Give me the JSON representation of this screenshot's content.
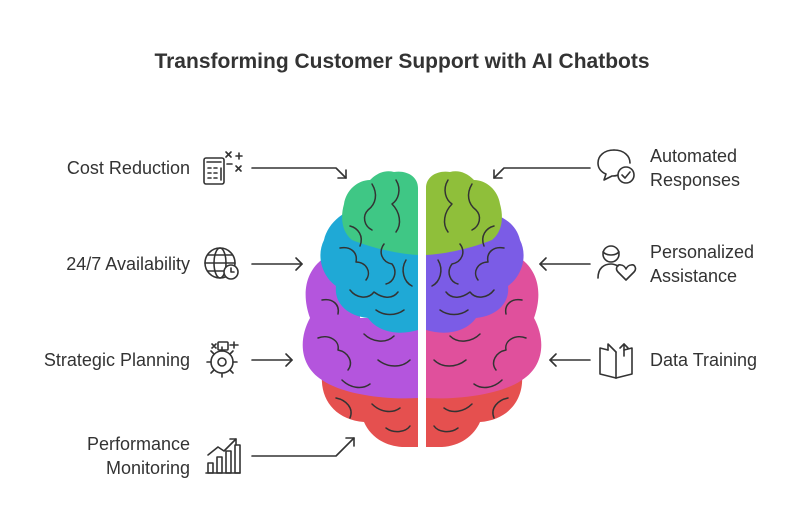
{
  "title": "Transforming Customer Support with AI Chatbots",
  "left_items": [
    {
      "label": "Cost Reduction",
      "icon": "cost-calculator-icon",
      "color": "#3fc785"
    },
    {
      "label": "24/7 Availability",
      "icon": "globe-clock-icon",
      "color": "#1fa9d6"
    },
    {
      "label": "Strategic Planning",
      "icon": "strategy-gear-icon",
      "color": "#b455dd"
    },
    {
      "label": "Performance\nMonitoring",
      "icon": "growth-chart-icon",
      "color": "#e5504f"
    }
  ],
  "right_items": [
    {
      "label": "Automated\nResponses",
      "icon": "chat-check-icon",
      "color": "#8fbf3a"
    },
    {
      "label": "Personalized\nAssistance",
      "icon": "person-heart-icon",
      "color": "#7b5ce6"
    },
    {
      "label": "Data Training",
      "icon": "open-book-icon",
      "color": "#e0509c"
    }
  ]
}
